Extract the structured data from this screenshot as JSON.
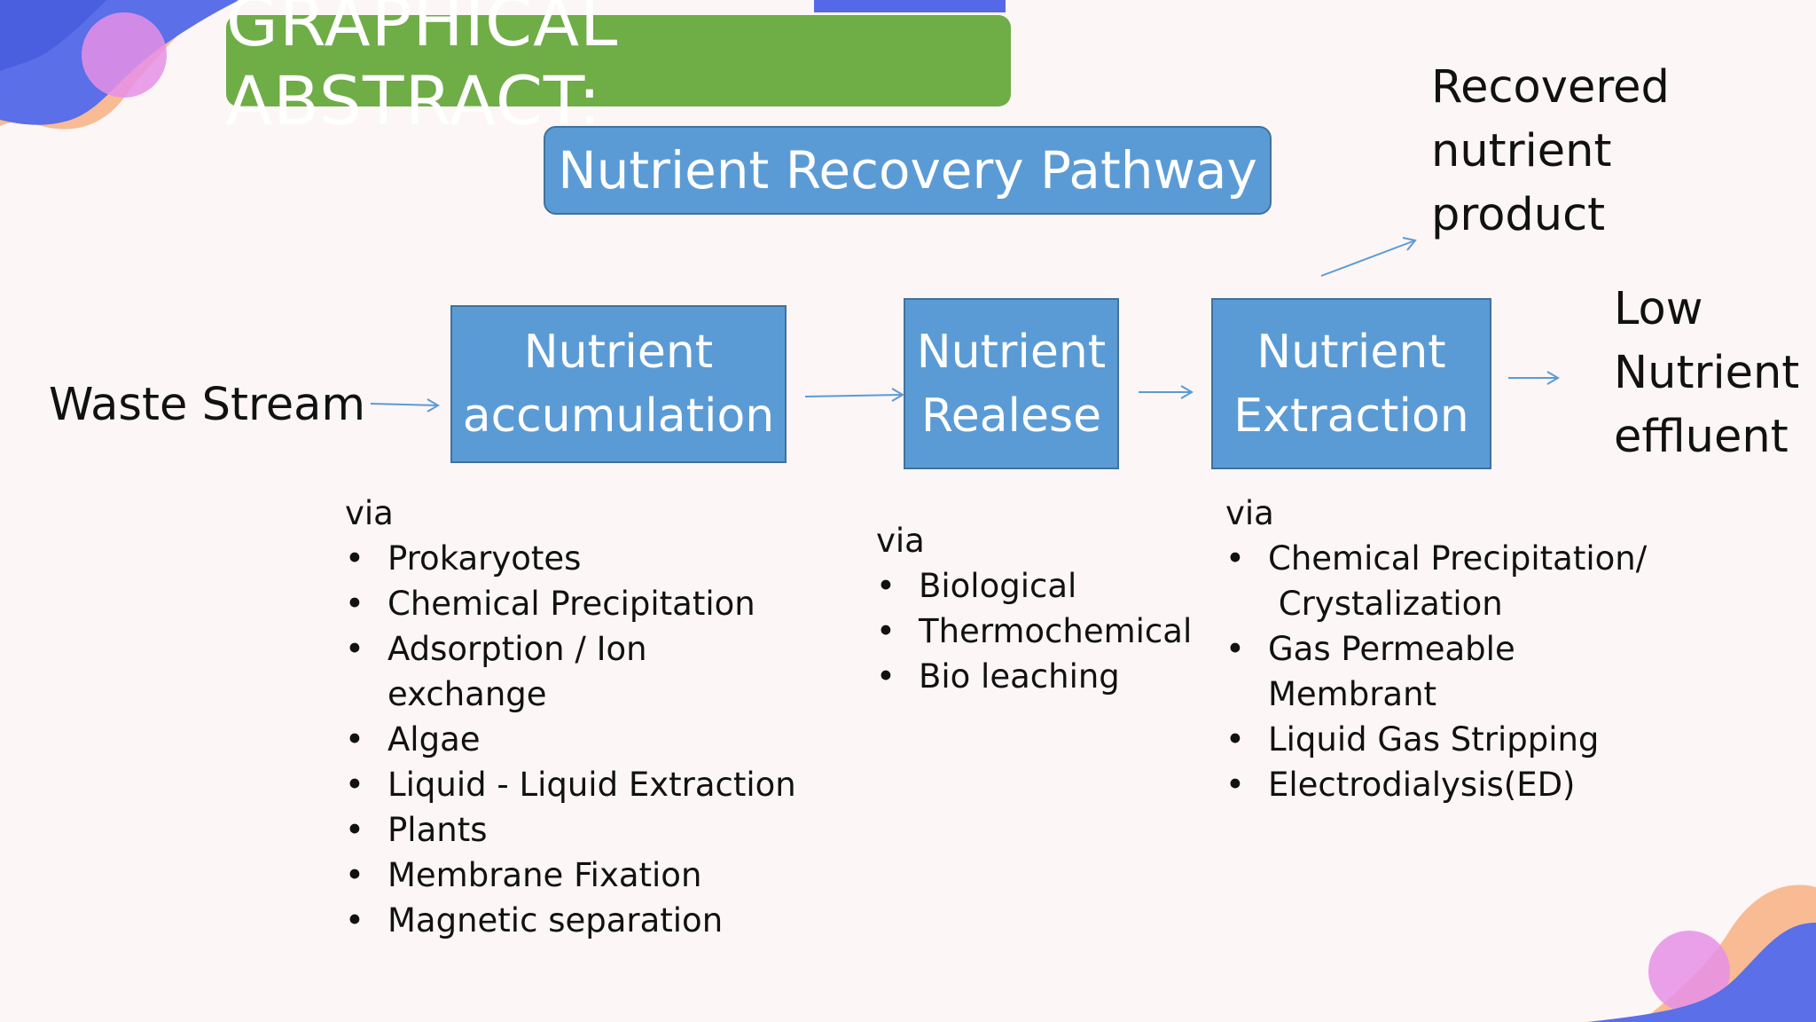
{
  "header": {
    "title": "GRAPHICAL ABSTRACT:",
    "subtitle": "Nutrient Recovery Pathway"
  },
  "input_label": "Waste Stream",
  "stages": [
    {
      "line1": "Nutrient",
      "line2": "accumulation"
    },
    {
      "line1": "Nutrient",
      "line2": "Realese"
    },
    {
      "line1": "Nutrient",
      "line2": "Extraction"
    }
  ],
  "outputs": {
    "recovered": [
      "Recovered",
      "nutrient",
      "product"
    ],
    "effluent": [
      "Low",
      "Nutrient",
      "effluent"
    ]
  },
  "methods": [
    {
      "via": "via",
      "items": [
        "Prokaryotes",
        "Chemical Precipitation",
        "Adsorption / Ion",
        "Algae",
        "Liquid - Liquid Extraction",
        "Plants",
        "Membrane Fixation",
        "Magnetic separation"
      ],
      "continuations": {
        "2": "exchange"
      }
    },
    {
      "via": "via",
      "items": [
        "Biological",
        "Thermochemical",
        "Bio leaching"
      ]
    },
    {
      "via": "via",
      "items": [
        "Chemical Precipitation/",
        "Gas Permeable",
        "Liquid Gas Stripping",
        "Electrodialysis(ED)"
      ],
      "continuations": {
        "0": " Crystalization",
        "1": "Membrant"
      }
    }
  ],
  "colors": {
    "title_green": "#6fad47",
    "stage_blue": "#5b9bd5",
    "stage_border": "#41719c",
    "arrow": "#5b9bd5"
  }
}
